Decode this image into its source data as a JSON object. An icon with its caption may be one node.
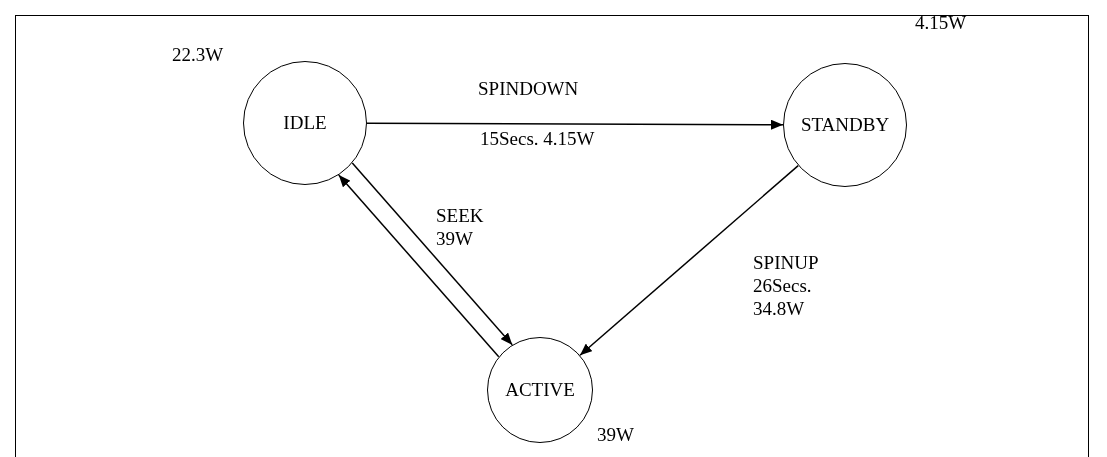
{
  "diagram": {
    "nodes": [
      {
        "text": [
          "IDLE"
        ],
        "beside": [
          "22.3W"
        ]
      },
      {
        "text": [
          "STANDBY"
        ],
        "beside": [
          "4.15W"
        ]
      },
      {
        "text": [
          "ACTIVE"
        ],
        "beside": [
          "39W"
        ]
      }
    ],
    "edges": [
      {
        "from": 0,
        "to": 1,
        "arrow": "to",
        "label": "SPINDOWN"
      },
      {
        "from": 0,
        "to": 2,
        "arrow": "to",
        "label": "SEEK 39W"
      },
      {
        "from": 2,
        "to": 0,
        "arrow": "to"
      },
      {
        "from": 1,
        "to": 2,
        "arrow": "to",
        "label": "SPINUP 26Secs. 34.8W"
      }
    ],
    "labels": [
      "15Secs. 4.15W"
    ]
  }
}
